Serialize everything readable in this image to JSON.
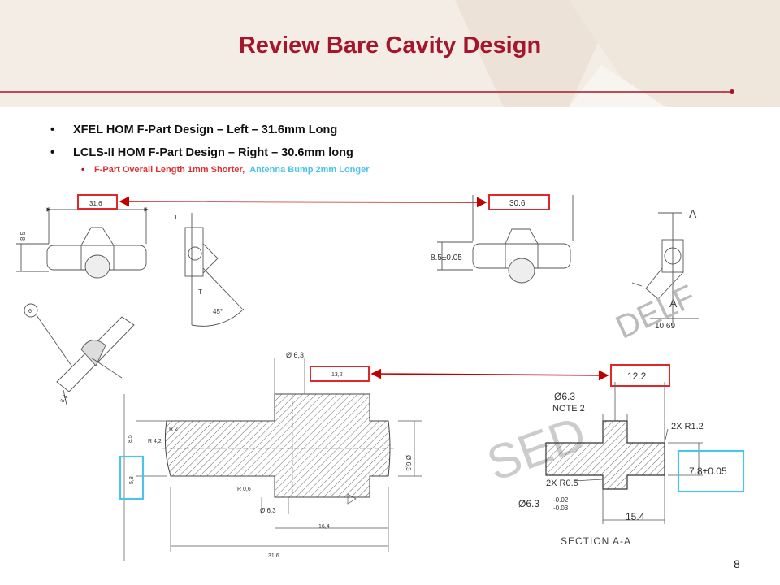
{
  "slide": {
    "title": "Review Bare Cavity Design",
    "bullets": [
      {
        "text": "XFEL HOM F-Part Design – Left – 31.6mm Long"
      },
      {
        "text": "LCLS-II HOM F-Part Design – Right – 30.6mm long"
      }
    ],
    "sub_bullet": {
      "part1": "F-Part Overall Length 1mm Shorter,",
      "part2": "Antenna Bump 2mm Longer"
    },
    "page_number": "8",
    "colors": {
      "title": "#a4162c",
      "highlight_red": "#e02828",
      "highlight_blue": "#4fc3e6",
      "header_bg": "#f3ede6"
    }
  },
  "drawings": {
    "left_top": {
      "length_dim": "31,6",
      "height_dim": "8,5",
      "t_label_1": "T",
      "t_label_2": "T",
      "angle": "45°",
      "detail_no": "6",
      "dia_dim": "6,8"
    },
    "right_top": {
      "length_dim": "30.6",
      "height_dim": "8.5±0.05",
      "section_label_1": "A",
      "section_label_2": "A",
      "width_dim": "10.69",
      "watermark": "DELF"
    },
    "left_section": {
      "dia_top": "Ø 6,3",
      "length_bump": "13,2",
      "r1": "R 2",
      "r2": "R 4,2",
      "height_total": "8,5",
      "height_stub": "5,8",
      "dia_right": "Ø 6,3",
      "dia_bottom": "Ø 6,3",
      "len_16": "16,4",
      "len_total": "31,6",
      "r3": "R 0,6"
    },
    "right_section": {
      "length_bump": "12.2",
      "dia_top": "Ø6.3",
      "note": "NOTE 2",
      "r_big": "2X R1.2",
      "r_small": "2X R0.5",
      "dia_bottom": "Ø6.3",
      "dia_tol_upper": "-0.02",
      "dia_tol_lower": "-0.03",
      "height_stub": "7.8±0.05",
      "len_15": "15.4",
      "section_title": "SECTION A-A",
      "watermark": "SED"
    }
  }
}
